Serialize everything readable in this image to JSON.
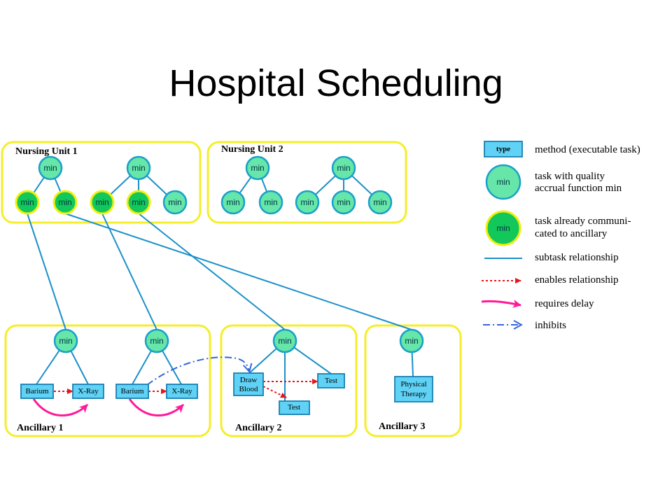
{
  "title": "Hospital Scheduling",
  "regions": {
    "nursing_unit_1": "Nursing Unit 1",
    "nursing_unit_2": "Nursing Unit 2",
    "ancillary_1": "Ancillary 1",
    "ancillary_2": "Ancillary 2",
    "ancillary_3": "Ancillary 3"
  },
  "node_label": "min",
  "methods": {
    "barium": "Barium",
    "xray": "X-Ray",
    "draw_blood_line1": "Draw",
    "draw_blood_line2": "Blood",
    "test": "Test",
    "physical_therapy_line1": "Physical",
    "physical_therapy_line2": "Therapy"
  },
  "legend": {
    "type_box": "type",
    "method": "method (executable task)",
    "task_node": "min",
    "task_quality_line1": "task with quality",
    "task_quality_line2": "accrual function min",
    "communicated_node": "min",
    "communicated_line1": "task already communi-",
    "communicated_line2": "cated to ancillary",
    "subtask": "subtask relationship",
    "enables": "enables relationship",
    "requires_delay": "requires delay",
    "inhibits": "inhibits"
  },
  "colors": {
    "region_border": "#f5ee2a",
    "task_light": "#66e6a9",
    "task_dark": "#13c85a",
    "method_fill": "#5fd2f5",
    "subtask": "#1a90c8",
    "enables": "#e8141a",
    "delay": "#ff1a9a",
    "inhibits": "#3366dd"
  }
}
